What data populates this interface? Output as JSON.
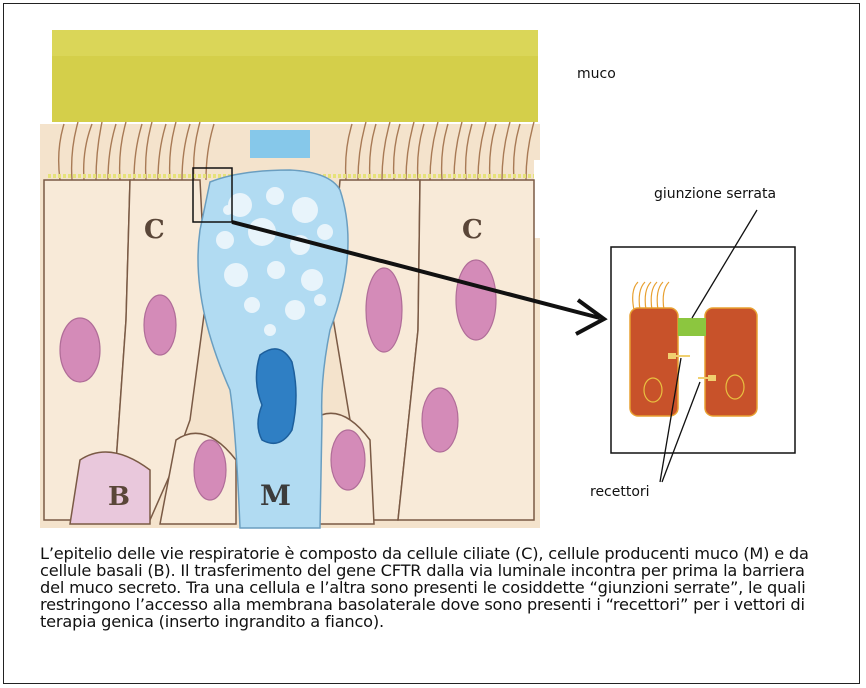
{
  "labels": {
    "mucus": "muco",
    "tight_junction": "giunzione serrata",
    "receptors": "recettori",
    "cell_ciliated": "C",
    "cell_mucus": "M",
    "cell_basal": "B"
  },
  "caption": "L’epitelio delle vie respiratorie è composto da cellule ciliate (C), cellule producenti muco (M) e da cellule basali (B). Il trasferimento del gene CFTR dalla via luminale incontra per prima la barriera del muco secreto. Tra una cellula e l’altra sono presenti le cosiddette “giunzioni serrate”, le quali restringono l’accesso alla membrana basolaterale dove sono presenti i “recettori” per i vettori di terapia genica (inserto ingrandito a fianco).",
  "colors": {
    "mucus_layer": "#d4cf4a",
    "ciliated_cell": "#f7e8d4",
    "nucleus_pink": "#d48bb8",
    "goblet_cell": "#a9d6f0",
    "goblet_nucleus": "#2f7fc4",
    "inset_cell": "#c8522a",
    "junction": "#8cc63f"
  }
}
